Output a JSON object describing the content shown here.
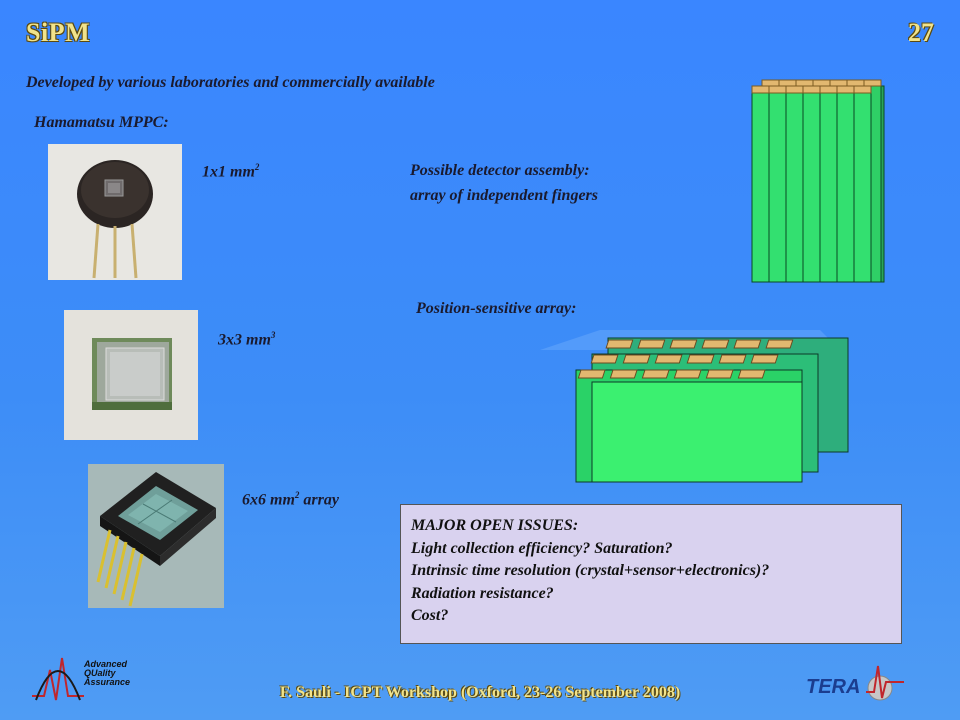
{
  "slide": {
    "title": "SiPM",
    "page_number": "27"
  },
  "intro": "Developed by various laboratories and commercially available",
  "hamamatsu_label": "Hamamatsu MPPC:",
  "sizes": {
    "s1_main": "1x1 mm",
    "s1_sup": "2",
    "s2_main": "3x3 mm",
    "s2_sup": "3",
    "s3_main": "6x6 mm",
    "s3_sup": "2",
    "s3_suffix": " array"
  },
  "assembly": {
    "line1": "Possible detector assembly:",
    "line2": "array of independent fingers"
  },
  "position_array": "Position-sensitive array:",
  "issues": {
    "heading": "MAJOR OPEN ISSUES:",
    "items": [
      "Light collection efficiency?  Saturation?",
      "Intrinsic time resolution (crystal+sensor+electronics)?",
      "Radiation resistance?",
      "Cost?"
    ]
  },
  "footer": "F. Sauli - ICPT Workshop (Oxford, 23-26 September 2008)",
  "logos": {
    "left_lines": [
      "Advanced",
      "QUality",
      "Assurance"
    ],
    "right": "TERA"
  }
}
